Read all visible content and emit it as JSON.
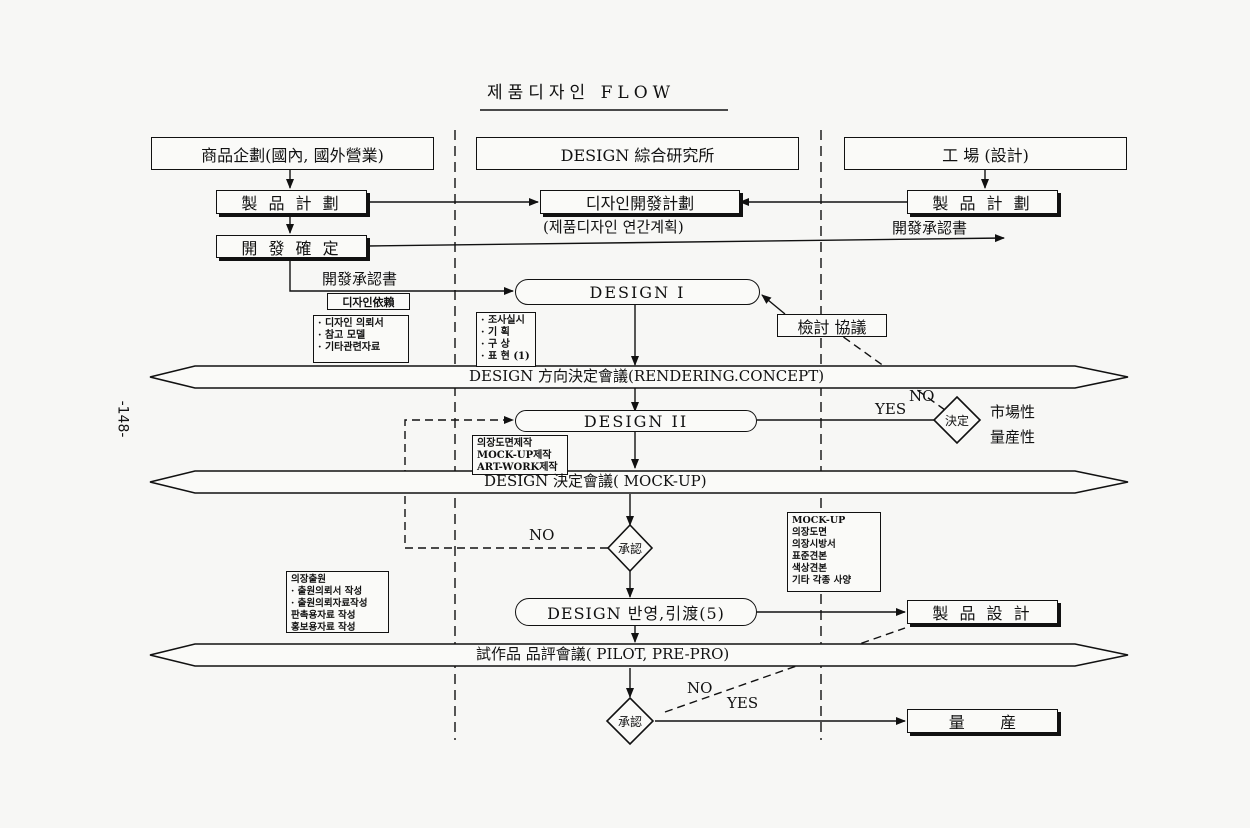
{
  "title": "제품디자인   FLOW",
  "page_number": "-148-",
  "lanes": {
    "marketing": "商品企劃(國內, 國外營業)",
    "design_center": "DESIGN 綜合研究所",
    "factory": "工 場 (設計)"
  },
  "boxes": {
    "product_plan_left": "製 品 計 劃",
    "design_dev_plan": "디자인開發計劃",
    "annual_plan": "(제품디자인 연간계획)",
    "product_plan_right": "製 品 計 劃",
    "dev_confirm": "開 發 確 定",
    "dev_approval_doc_right": "開發承認書",
    "dev_approval_doc_left": "開發承認書",
    "design_request": "디자인依賴",
    "review": "檢討 協議",
    "product_design": "製 品 設 計",
    "mass_production": "量       産"
  },
  "pills": {
    "design1": "DESIGN I",
    "design2": "DESIGN II",
    "design_reflect": "DESIGN 반영,引渡(5)"
  },
  "meetings": {
    "m1": "DESIGN 方向決定會議(RENDERING.CONCEPT)",
    "m2": "DESIGN 決定會議( MOCK-UP)",
    "m3": "試作品  品評會議( PILOT, PRE-PRO)"
  },
  "notes": {
    "request_items": [
      "· 디자인 의뢰서",
      "· 참고 모델",
      "· 기타관련자료"
    ],
    "design1_items": [
      "· 조사실시",
      "· 기    획",
      "· 구    상",
      "· 표 현 (1)"
    ],
    "design2_items": [
      "의장도면제작",
      "MOCK-UP제작",
      "ART-WORK제작"
    ],
    "handover_items": [
      "MOCK-UP",
      "의장도면",
      "의장시방서",
      "표준견본",
      "색상견본",
      "기타 각종 사양"
    ],
    "registration_items": [
      "의장출원",
      "· 출원의뢰서 작성",
      "· 출원의뢰자료작성",
      "판촉용자료 작성",
      "홍보용자료 작성"
    ]
  },
  "decisions": {
    "decide": "決定",
    "approve1": "承認",
    "approve2": "承認"
  },
  "labels": {
    "no1": "NO",
    "yes1": "YES",
    "market": "市場性",
    "mass": "量産性",
    "no2": "NO",
    "no3": "NO",
    "yes3": "YES"
  }
}
